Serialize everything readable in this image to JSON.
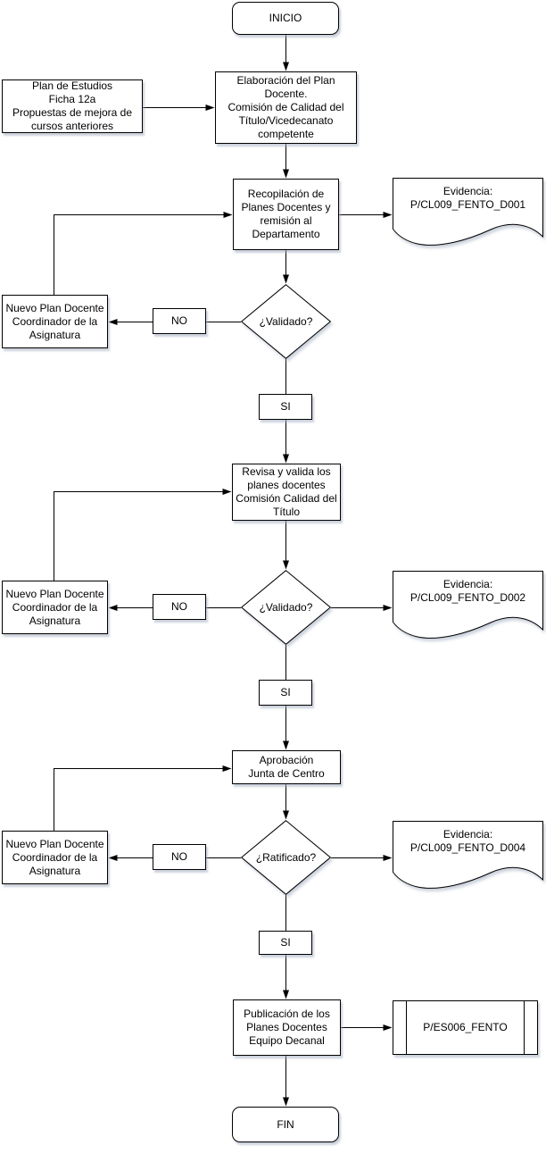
{
  "colors": {
    "stroke": "#000000",
    "fill": "#ffffff",
    "bg": "#ffffff",
    "shadow": "rgba(160,172,192,0.55)"
  },
  "nodes": {
    "inicio": {
      "label": "INICIO"
    },
    "plan_estudios": {
      "label": "Plan de Estudios\nFicha 12a\nPropuestas de mejora de\ncursos anteriores"
    },
    "elaboracion": {
      "label": "Elaboración del Plan\nDocente.\nComisión de Calidad del\nTítulo/Vicedecanato\ncompetente"
    },
    "recopilacion": {
      "label": "Recopilación de\nPlanes Docentes y\nremisión al\nDepartamento"
    },
    "evidencia1": {
      "label": "Evidencia:\nP/CL009_FENTO_D001"
    },
    "validado1": {
      "label": "¿Validado?"
    },
    "no1": {
      "label": "NO"
    },
    "nuevo_plan1": {
      "label": "Nuevo Plan Docente\nCoordinador de la\nAsignatura"
    },
    "si1": {
      "label": "SI"
    },
    "revisa": {
      "label": "Revisa y valida los\nplanes docentes\nComisión Calidad del\nTítulo"
    },
    "validado2": {
      "label": "¿Validado?"
    },
    "no2": {
      "label": "NO"
    },
    "nuevo_plan2": {
      "label": "Nuevo Plan Docente\nCoordinador de la\nAsignatura"
    },
    "evidencia2": {
      "label": "Evidencia:\nP/CL009_FENTO_D002"
    },
    "si2": {
      "label": "SI"
    },
    "aprobacion": {
      "label": "Aprobación\nJunta de Centro"
    },
    "ratificado": {
      "label": "¿Ratificado?"
    },
    "no3": {
      "label": "NO"
    },
    "nuevo_plan3": {
      "label": "Nuevo Plan Docente\nCoordinador de la\nAsignatura"
    },
    "evidencia3": {
      "label": "Evidencia:\nP/CL009_FENTO_D004"
    },
    "si3": {
      "label": "SI"
    },
    "publicacion": {
      "label": "Publicación de los\nPlanes Docentes\nEquipo Decanal"
    },
    "pes006": {
      "label": "P/ES006_FENTO"
    },
    "fin": {
      "label": "FIN"
    }
  }
}
